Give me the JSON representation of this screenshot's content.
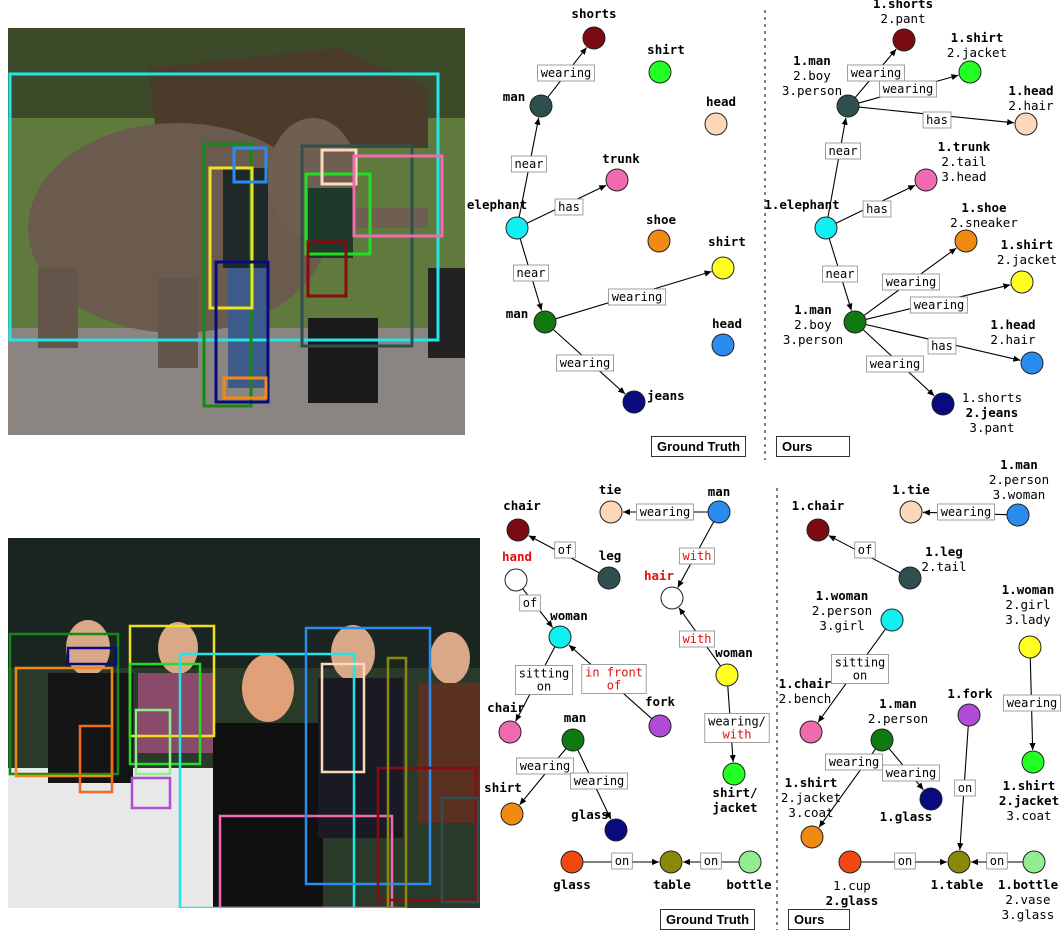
{
  "captions": {
    "top_gt": "Ground Truth",
    "top_ours": "Ours",
    "bottom_gt": "Ground Truth",
    "bottom_ours": "Ours"
  },
  "colors": {
    "maroon": "#7b0a12",
    "lime": "#22ff22",
    "peach": "#fcd8b8",
    "darkslate": "#2f4f4f",
    "cyan": "#11f0f0",
    "pink": "#f06ab0",
    "orange": "#f08a12",
    "yellow": "#ffff22",
    "green": "#0f7a0f",
    "blue": "#2b8cf0",
    "navy": "#0a0a80",
    "orangered": "#f04a12",
    "olive": "#8a8a0a",
    "lightgreen": "#90ee90",
    "purple": "#b04ad8",
    "red": "#e01010"
  },
  "panels": {
    "gt1": {
      "nodes": [
        {
          "id": "shorts",
          "color": "maroon",
          "labels": [
            {
              "t": "shorts",
              "b": true
            }
          ]
        },
        {
          "id": "shirt1",
          "color": "lime",
          "labels": [
            {
              "t": "shirt",
              "b": true
            }
          ]
        },
        {
          "id": "man1",
          "color": "darkslate",
          "labels": [
            {
              "t": "man",
              "b": true
            }
          ]
        },
        {
          "id": "head1",
          "color": "peach",
          "labels": [
            {
              "t": "head",
              "b": true
            }
          ]
        },
        {
          "id": "trunk",
          "color": "pink",
          "labels": [
            {
              "t": "trunk",
              "b": true
            }
          ]
        },
        {
          "id": "elephant",
          "color": "cyan",
          "labels": [
            {
              "t": "elephant",
              "b": true
            }
          ]
        },
        {
          "id": "shoe",
          "color": "orange",
          "labels": [
            {
              "t": "shoe",
              "b": true
            }
          ]
        },
        {
          "id": "shirt2",
          "color": "yellow",
          "labels": [
            {
              "t": "shirt",
              "b": true
            }
          ]
        },
        {
          "id": "man2",
          "color": "green",
          "labels": [
            {
              "t": "man",
              "b": true
            }
          ]
        },
        {
          "id": "head2",
          "color": "blue",
          "labels": [
            {
              "t": "head",
              "b": true
            }
          ]
        },
        {
          "id": "jeans",
          "color": "navy",
          "labels": [
            {
              "t": "jeans",
              "b": true
            }
          ]
        }
      ],
      "edges": [
        {
          "from": "man1",
          "to": "shorts",
          "label": [
            {
              "t": "wearing"
            }
          ]
        },
        {
          "from": "elephant",
          "to": "man1",
          "label": [
            {
              "t": "near"
            }
          ]
        },
        {
          "from": "elephant",
          "to": "trunk",
          "label": [
            {
              "t": "has"
            }
          ]
        },
        {
          "from": "elephant",
          "to": "man2",
          "label": [
            {
              "t": "near"
            }
          ]
        },
        {
          "from": "man2",
          "to": "shirt2",
          "label": [
            {
              "t": "wearing"
            }
          ]
        },
        {
          "from": "man2",
          "to": "jeans",
          "label": [
            {
              "t": "wearing"
            }
          ]
        }
      ]
    },
    "ours1": {
      "nodes": [
        {
          "id": "shorts",
          "color": "maroon",
          "labels": [
            {
              "t": "1.shorts",
              "b": true
            },
            {
              "t": "2.pant"
            }
          ]
        },
        {
          "id": "shirt1",
          "color": "lime",
          "labels": [
            {
              "t": "1.shirt",
              "b": true
            },
            {
              "t": "2.jacket"
            }
          ]
        },
        {
          "id": "man1",
          "color": "darkslate",
          "labels": [
            {
              "t": "1.man",
              "b": true
            },
            {
              "t": "2.boy"
            },
            {
              "t": "3.person"
            }
          ]
        },
        {
          "id": "head1",
          "color": "peach",
          "labels": [
            {
              "t": "1.head",
              "b": true
            },
            {
              "t": "2.hair"
            }
          ]
        },
        {
          "id": "trunk",
          "color": "pink",
          "labels": [
            {
              "t": "1.trunk",
              "b": true
            },
            {
              "t": "2.tail"
            },
            {
              "t": "3.head"
            }
          ]
        },
        {
          "id": "elephant",
          "color": "cyan",
          "labels": [
            {
              "t": "1.elephant",
              "b": true
            }
          ]
        },
        {
          "id": "shoe",
          "color": "orange",
          "labels": [
            {
              "t": "1.shoe",
              "b": true
            },
            {
              "t": "2.sneaker"
            }
          ]
        },
        {
          "id": "shirt2",
          "color": "yellow",
          "labels": [
            {
              "t": "1.shirt",
              "b": true
            },
            {
              "t": "2.jacket"
            }
          ]
        },
        {
          "id": "man2",
          "color": "green",
          "labels": [
            {
              "t": "1.man",
              "b": true
            },
            {
              "t": "2.boy"
            },
            {
              "t": "3.person"
            }
          ]
        },
        {
          "id": "head2",
          "color": "blue",
          "labels": [
            {
              "t": "1.head",
              "b": true
            },
            {
              "t": "2.hair"
            }
          ]
        },
        {
          "id": "jeans",
          "color": "navy",
          "labels": [
            {
              "t": "1.shorts"
            },
            {
              "t": "2.jeans",
              "b": true
            },
            {
              "t": "3.pant"
            }
          ]
        }
      ],
      "edges": [
        {
          "from": "man1",
          "to": "shorts",
          "label": [
            {
              "t": "wearing"
            }
          ]
        },
        {
          "from": "man1",
          "to": "shirt1",
          "label": [
            {
              "t": "wearing"
            }
          ]
        },
        {
          "from": "man1",
          "to": "head1",
          "label": [
            {
              "t": "has"
            }
          ]
        },
        {
          "from": "elephant",
          "to": "man1",
          "label": [
            {
              "t": "near"
            }
          ]
        },
        {
          "from": "elephant",
          "to": "trunk",
          "label": [
            {
              "t": "has"
            }
          ]
        },
        {
          "from": "elephant",
          "to": "man2",
          "label": [
            {
              "t": "near"
            }
          ]
        },
        {
          "from": "man2",
          "to": "shoe",
          "label": [
            {
              "t": "wearing"
            }
          ]
        },
        {
          "from": "man2",
          "to": "shirt2",
          "label": [
            {
              "t": "wearing"
            }
          ]
        },
        {
          "from": "man2",
          "to": "head2",
          "label": [
            {
              "t": "has"
            }
          ]
        },
        {
          "from": "man2",
          "to": "jeans",
          "label": [
            {
              "t": "wearing"
            }
          ]
        }
      ]
    },
    "gt2": {
      "nodes": [
        {
          "id": "chair1",
          "color": "maroon",
          "labels": [
            {
              "t": "chair",
              "b": true
            }
          ]
        },
        {
          "id": "tie",
          "color": "peach",
          "labels": [
            {
              "t": "tie",
              "b": true
            }
          ]
        },
        {
          "id": "man1",
          "color": "blue",
          "labels": [
            {
              "t": "man",
              "b": true
            }
          ]
        },
        {
          "id": "hand",
          "color": "white",
          "labels": [
            {
              "t": "hand",
              "b": true,
              "red": true
            }
          ]
        },
        {
          "id": "leg",
          "color": "darkslate",
          "labels": [
            {
              "t": "leg",
              "b": true
            }
          ]
        },
        {
          "id": "hair",
          "color": "white",
          "labels": [
            {
              "t": "hair",
              "b": true,
              "red": true
            }
          ]
        },
        {
          "id": "woman1",
          "color": "cyan",
          "labels": [
            {
              "t": "woman",
              "b": true
            }
          ]
        },
        {
          "id": "woman2",
          "color": "yellow",
          "labels": [
            {
              "t": "woman",
              "b": true
            }
          ]
        },
        {
          "id": "chair2",
          "color": "pink",
          "labels": [
            {
              "t": "chair",
              "b": true
            }
          ]
        },
        {
          "id": "fork",
          "color": "purple",
          "labels": [
            {
              "t": "fork",
              "b": true
            }
          ]
        },
        {
          "id": "man2",
          "color": "green",
          "labels": [
            {
              "t": "man",
              "b": true
            }
          ]
        },
        {
          "id": "shirt1",
          "color": "orange",
          "labels": [
            {
              "t": "shirt",
              "b": true
            }
          ]
        },
        {
          "id": "glass2",
          "color": "navy",
          "labels": [
            {
              "t": "glass",
              "b": true
            }
          ]
        },
        {
          "id": "shirt2",
          "color": "lime",
          "labels": [
            {
              "t": "shirt/",
              "b": true
            },
            {
              "t": "jacket",
              "b": true
            }
          ]
        },
        {
          "id": "glass1",
          "color": "orangered",
          "labels": [
            {
              "t": "glass",
              "b": true
            }
          ]
        },
        {
          "id": "table",
          "color": "olive",
          "labels": [
            {
              "t": "table",
              "b": true
            }
          ]
        },
        {
          "id": "bottle",
          "color": "lightgreen",
          "labels": [
            {
              "t": "bottle",
              "b": true
            }
          ]
        }
      ],
      "edges": [
        {
          "from": "man1",
          "to": "tie",
          "label": [
            {
              "t": "wearing"
            }
          ]
        },
        {
          "from": "leg",
          "to": "chair1",
          "label": [
            {
              "t": "of"
            }
          ]
        },
        {
          "from": "hand",
          "to": "woman1",
          "label": [
            {
              "t": "of"
            }
          ]
        },
        {
          "from": "man1",
          "to": "hair",
          "label": [
            {
              "t": "with",
              "red": true
            }
          ]
        },
        {
          "from": "woman2",
          "to": "hair",
          "label": [
            {
              "t": "with",
              "red": true
            }
          ]
        },
        {
          "from": "woman1",
          "to": "chair2",
          "label": [
            {
              "t": "sitting"
            },
            {
              "t": "on"
            }
          ]
        },
        {
          "from": "fork",
          "to": "woman1",
          "label": [
            {
              "t": "in front",
              "red": true
            },
            {
              "t": "of",
              "red": true
            }
          ]
        },
        {
          "from": "woman2",
          "to": "shirt2",
          "label": [
            {
              "t": "wearing/"
            },
            {
              "t": "with",
              "red": true
            }
          ]
        },
        {
          "from": "man2",
          "to": "shirt1",
          "label": [
            {
              "t": "wearing"
            }
          ]
        },
        {
          "from": "man2",
          "to": "glass2",
          "label": [
            {
              "t": "wearing"
            }
          ]
        },
        {
          "from": "glass1",
          "to": "table",
          "label": [
            {
              "t": "on"
            }
          ]
        },
        {
          "from": "bottle",
          "to": "table",
          "label": [
            {
              "t": "on"
            }
          ]
        }
      ]
    },
    "ours2": {
      "nodes": [
        {
          "id": "man1",
          "color": "blue",
          "labels": [
            {
              "t": "1.man",
              "b": true
            },
            {
              "t": "2.person"
            },
            {
              "t": "3.woman"
            }
          ]
        },
        {
          "id": "tie",
          "color": "peach",
          "labels": [
            {
              "t": "1.tie",
              "b": true
            }
          ]
        },
        {
          "id": "chair1",
          "color": "maroon",
          "labels": [
            {
              "t": "1.chair",
              "b": true
            }
          ]
        },
        {
          "id": "leg",
          "color": "darkslate",
          "labels": [
            {
              "t": "1.leg",
              "b": true
            },
            {
              "t": "2.tail"
            }
          ]
        },
        {
          "id": "woman1",
          "color": "cyan",
          "labels": [
            {
              "t": "1.woman",
              "b": true
            },
            {
              "t": "2.person"
            },
            {
              "t": "3.girl"
            }
          ]
        },
        {
          "id": "woman2",
          "color": "yellow",
          "labels": [
            {
              "t": "1.woman",
              "b": true
            },
            {
              "t": "2.girl"
            },
            {
              "t": "3.lady"
            }
          ]
        },
        {
          "id": "chair2",
          "color": "pink",
          "labels": [
            {
              "t": "1.chair",
              "b": true
            },
            {
              "t": "2.bench"
            }
          ]
        },
        {
          "id": "man2",
          "color": "green",
          "labels": [
            {
              "t": "1.man",
              "b": true
            },
            {
              "t": "2.person"
            }
          ]
        },
        {
          "id": "fork",
          "color": "purple",
          "labels": [
            {
              "t": "1.fork",
              "b": true
            }
          ]
        },
        {
          "id": "shirt1",
          "color": "orange",
          "labels": [
            {
              "t": "1.shirt",
              "b": true
            },
            {
              "t": "2.jacket"
            },
            {
              "t": "3.coat"
            }
          ]
        },
        {
          "id": "glass2",
          "color": "navy",
          "labels": [
            {
              "t": "1.glass",
              "b": true
            }
          ]
        },
        {
          "id": "shirt2",
          "color": "lime",
          "labels": [
            {
              "t": "1.shirt",
              "b": true
            },
            {
              "t": "2.jacket",
              "b": true
            },
            {
              "t": "3.coat"
            }
          ]
        },
        {
          "id": "glass1",
          "color": "orangered",
          "labels": [
            {
              "t": "1.cup"
            },
            {
              "t": "2.glass",
              "b": true
            }
          ]
        },
        {
          "id": "table",
          "color": "olive",
          "labels": [
            {
              "t": "1.table",
              "b": true
            }
          ]
        },
        {
          "id": "bottle",
          "color": "lightgreen",
          "labels": [
            {
              "t": "1.bottle",
              "b": true
            },
            {
              "t": "2.vase"
            },
            {
              "t": "3.glass"
            }
          ]
        }
      ],
      "edges": [
        {
          "from": "man1",
          "to": "tie",
          "label": [
            {
              "t": "wearing"
            }
          ]
        },
        {
          "from": "leg",
          "to": "chair1",
          "label": [
            {
              "t": "of"
            }
          ]
        },
        {
          "from": "woman1",
          "to": "chair2",
          "label": [
            {
              "t": "sitting"
            },
            {
              "t": "on"
            }
          ]
        },
        {
          "from": "woman2",
          "to": "shirt2",
          "label": [
            {
              "t": "wearing"
            }
          ]
        },
        {
          "from": "man2",
          "to": "shirt1",
          "label": [
            {
              "t": "wearing"
            }
          ]
        },
        {
          "from": "man2",
          "to": "glass2",
          "label": [
            {
              "t": "wearing"
            }
          ]
        },
        {
          "from": "fork",
          "to": "table",
          "label": [
            {
              "t": "on"
            }
          ]
        },
        {
          "from": "glass1",
          "to": "table",
          "label": [
            {
              "t": "on"
            }
          ]
        },
        {
          "from": "bottle",
          "to": "table",
          "label": [
            {
              "t": "on"
            }
          ]
        }
      ]
    }
  }
}
